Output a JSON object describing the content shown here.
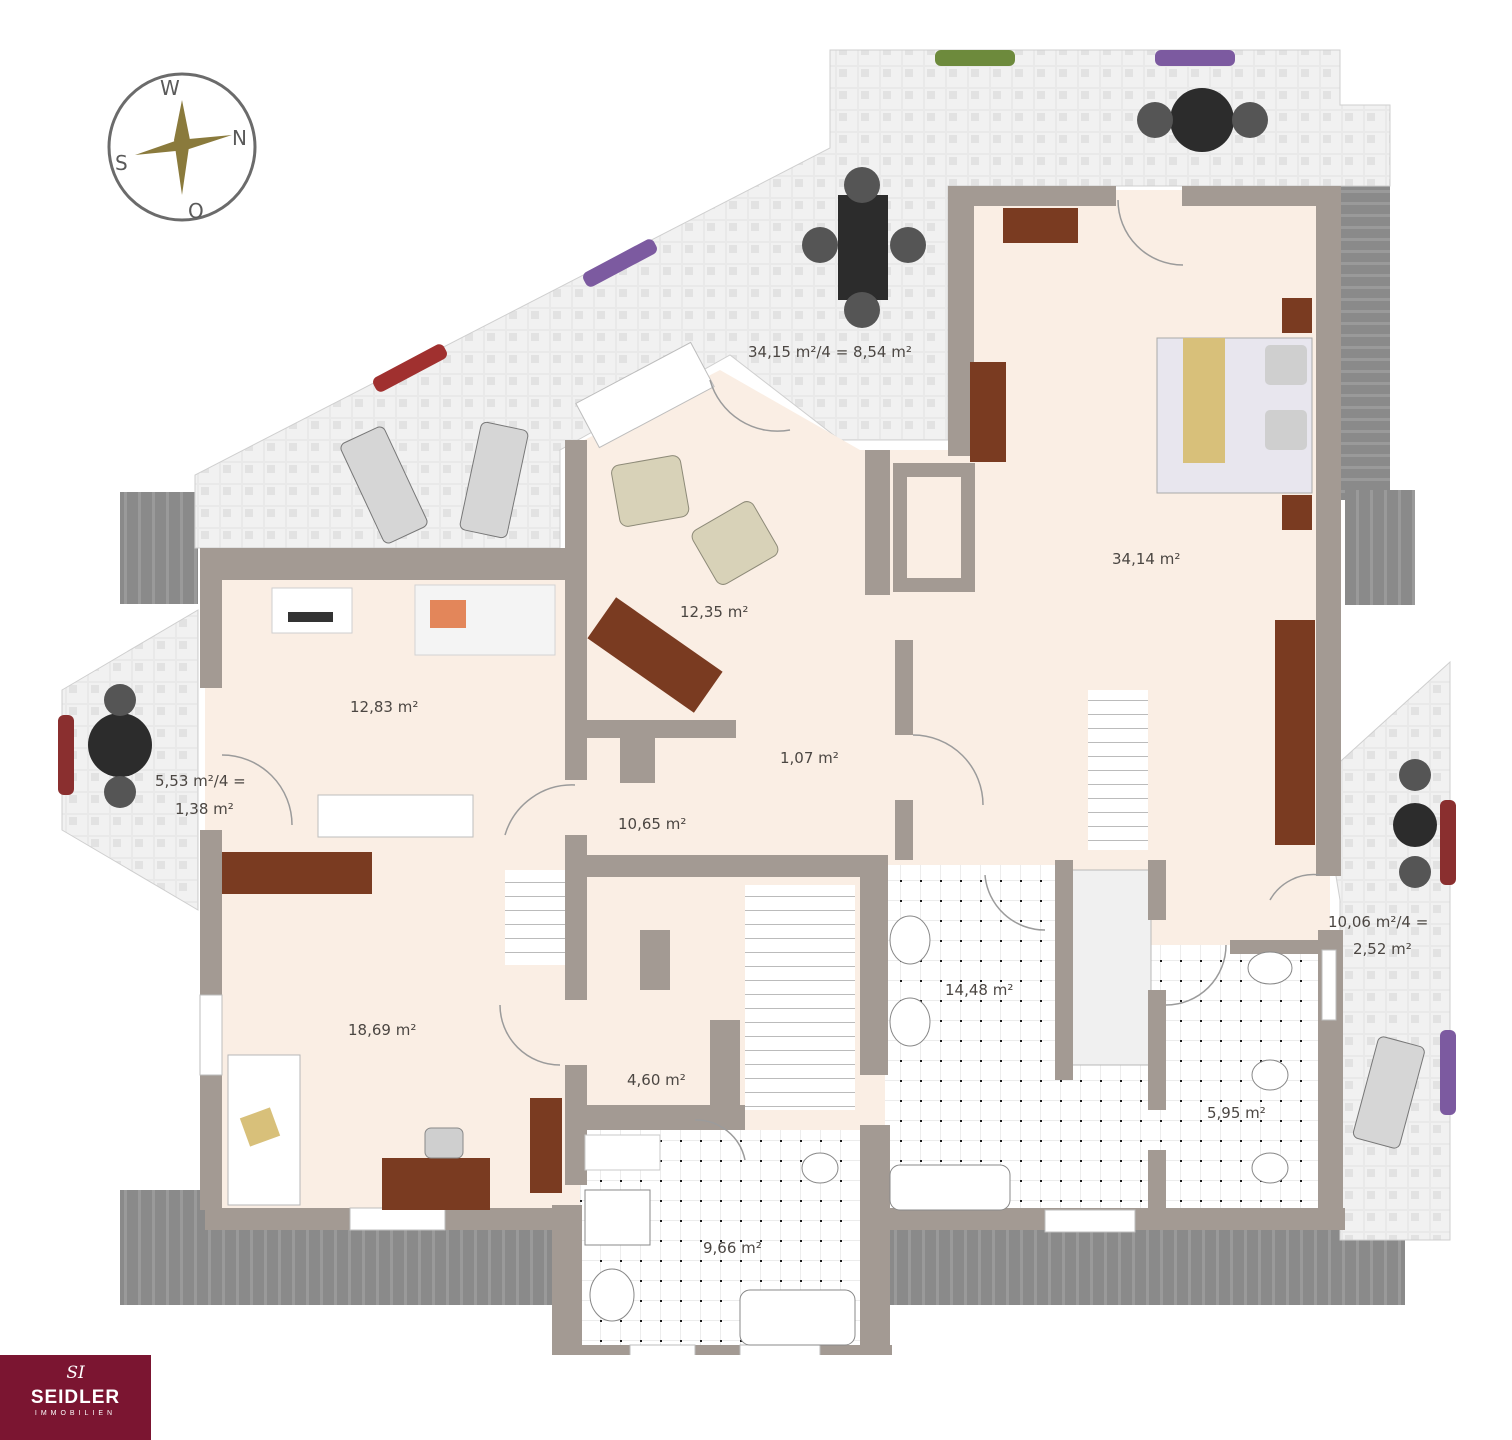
{
  "compass": {
    "letters": {
      "west": "W",
      "north": "N",
      "south": "S",
      "east": "O"
    }
  },
  "rooms": {
    "terrace_top": "34,15 m²/4 = 8,54 m²",
    "bedroom": "34,14 m²",
    "living_small": "12,35 m²",
    "office": "12,83 m²",
    "corridor_small": "1,07 m²",
    "balcony_left_line1": "5,53 m²/4 =",
    "balcony_left_line2": "1,38 m²",
    "hall": "10,65 m²",
    "balcony_right_line1": "10,06 m²/4 =",
    "balcony_right_line2": "2,52 m²",
    "bathroom_large": "14,48 m²",
    "room_left": "18,69 m²",
    "stair_hall": "4,60 m²",
    "wc": "5,95 m²",
    "bathroom_small": "9,66 m²"
  },
  "logo": {
    "monogram": "SI",
    "name": "SEIDLER",
    "subtitle": "IMMOBILIEN"
  },
  "colors": {
    "wall": "#a39a93",
    "floor": "#faeee4",
    "terrace": "#e7e7e7",
    "roof": "#8b8b8b",
    "wood": "#7a3b21",
    "brand": "#7b1531"
  }
}
